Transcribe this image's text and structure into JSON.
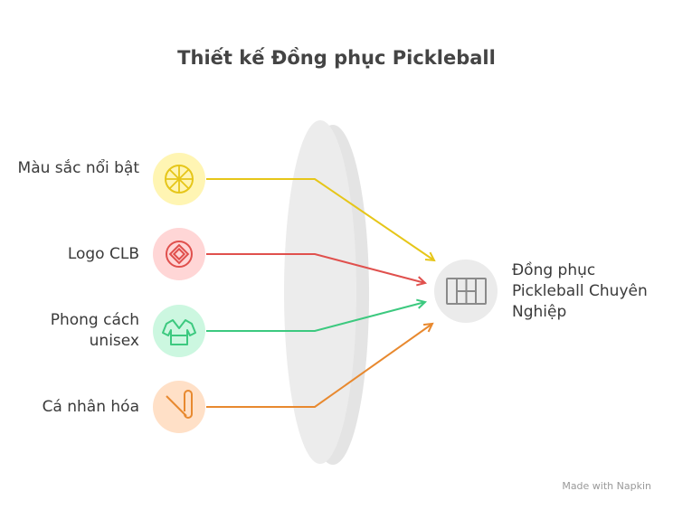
{
  "title": "Thiết kế Đồng phục Pickleball",
  "inputs": [
    {
      "label": "Màu sắc nổi bật",
      "icon": "citrus-slice-icon",
      "color": "#e6c619",
      "bg": "#fff5b3"
    },
    {
      "label": "Logo CLB",
      "icon": "logo-emblem-icon",
      "color": "#e0504d",
      "bg": "#ffd6d6"
    },
    {
      "label": "Phong cách unisex",
      "icon": "uniform-jacket-icon",
      "color": "#3cc97f",
      "bg": "#ccf7e0"
    },
    {
      "label": "Cá nhân hóa",
      "icon": "safety-pin-icon",
      "color": "#e8892f",
      "bg": "#ffe0c7"
    }
  ],
  "output": {
    "label": "Đồng phục Pickleball Chuyên Nghiệp",
    "icon": "pickleball-court-icon"
  },
  "footer": "Made with Napkin"
}
